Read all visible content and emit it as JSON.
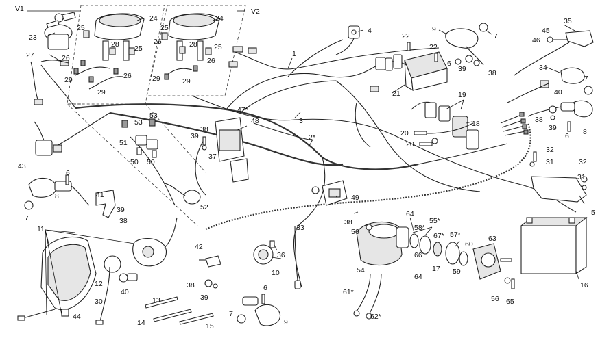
{
  "variants": {
    "v1": "V1",
    "v2": "V2"
  },
  "labels": {
    "p1": "1",
    "p2s": "2*",
    "p3": "3",
    "p4": "4",
    "p5": "5",
    "p6a": "6",
    "p6b": "6",
    "p6c": "6",
    "p6d": "6",
    "p7a": "7",
    "p7b": "7",
    "p7c": "7",
    "p7d": "7",
    "p8a": "8",
    "p8b": "8",
    "p9a": "9",
    "p9b": "9",
    "p10": "10",
    "p11": "11",
    "p12": "12",
    "p13": "13",
    "p14": "14",
    "p15": "15",
    "p16": "16",
    "p17": "17",
    "p18": "18",
    "p19": "19",
    "p20a": "20",
    "p20b": "20",
    "p21": "21",
    "p22a": "22",
    "p22b": "22",
    "p23": "23",
    "p24a": "24",
    "p24b": "24",
    "p25a": "25",
    "p25b": "25",
    "p25c": "25",
    "p25d": "25",
    "p26a": "26",
    "p26b": "26",
    "p26c": "26",
    "p26d": "26",
    "p27": "27",
    "p28a": "28",
    "p28b": "28",
    "p29a": "29",
    "p29b": "29",
    "p29c": "29",
    "p29d": "29",
    "p30": "30",
    "p31a": "31",
    "p31b": "31",
    "p32a": "32",
    "p32b": "32",
    "p33": "33",
    "p34": "34",
    "p35": "35",
    "p36": "36",
    "p37": "37",
    "p38a": "38",
    "p38b": "38",
    "p38c": "38",
    "p38d": "38",
    "p38e": "38",
    "p38f": "38",
    "p39a": "39",
    "p39b": "39",
    "p39c": "39",
    "p39d": "39",
    "p39e": "39",
    "p40a": "40",
    "p40b": "40",
    "p41": "41",
    "p42": "42",
    "p43": "43",
    "p44": "44",
    "p45": "45",
    "p46": "46",
    "p47s": "47*",
    "p48": "48",
    "p49": "49",
    "p50a": "50",
    "p50b": "50",
    "p51": "51",
    "p52": "52",
    "p53a": "53",
    "p53b": "53",
    "p54": "54",
    "p55s": "55*",
    "p56a": "56",
    "p56b": "56",
    "p57s": "57*",
    "p58s": "58*",
    "p59": "59",
    "p60": "60",
    "p61s": "61*",
    "p62s": "62*",
    "p63": "63",
    "p64a": "64",
    "p64b": "64",
    "p65": "65",
    "p66": "66",
    "p67s": "67*"
  }
}
